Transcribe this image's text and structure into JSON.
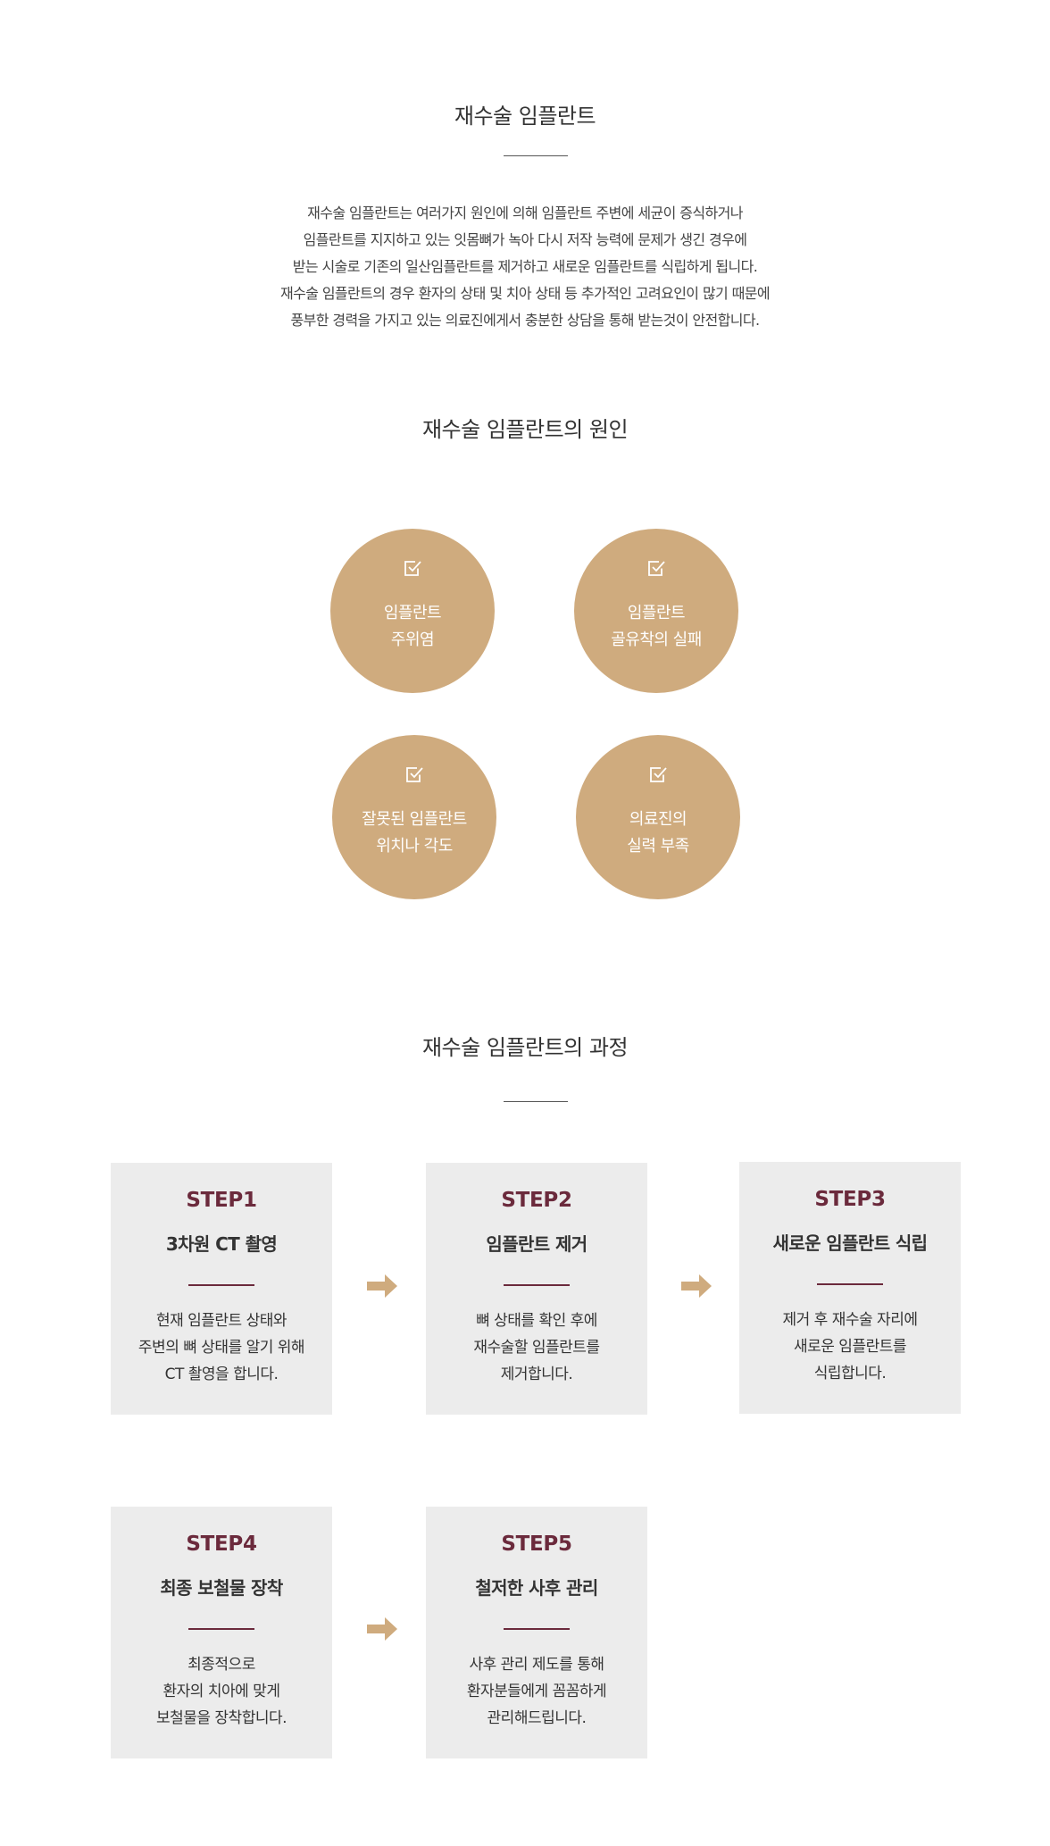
{
  "intro": {
    "title": "재수술 임플란트",
    "lines": [
      "재수술 임플란트는 여러가지 원인에 의해 임플란트 주변에 세균이 증식하거나",
      "임플란트를 지지하고 있는 잇몸뼈가 녹아 다시 저작 능력에 문제가 생긴 경우에",
      "받는 시술로 기존의 일산임플란트를 제거하고 새로운 임플란트를 식립하게 됩니다.",
      "재수술 임플란트의 경우 환자의 상태 및 치아 상태 등 추가적인 고려요인이 많기 때문에",
      "풍부한 경력을 가지고 있는 의료진에게서 충분한 상담을 통해 받는것이 안전합니다."
    ]
  },
  "causes": {
    "title": "재수술 임플란트의 원인",
    "icon": "check-square-icon",
    "color": "#cfab7e",
    "items": [
      {
        "line1": "임플란트",
        "line2": "주위염"
      },
      {
        "line1": "임플란트",
        "line2": "골유착의 실패"
      },
      {
        "line1": "잘못된 임플란트",
        "line2": "위치나 각도"
      },
      {
        "line1": "의료진의",
        "line2": "실력 부족"
      }
    ]
  },
  "process": {
    "title": "재수술 임플란트의 과정",
    "accent_color": "#6b2a3c",
    "arrow_color": "#cfab7e",
    "steps": [
      {
        "step": "STEP1",
        "title": "3차원 CT 촬영",
        "desc": [
          "현재 임플란트 상태와",
          "주변의 뼈 상태를 알기 위해",
          "CT 촬영을 합니다."
        ]
      },
      {
        "step": "STEP2",
        "title": "임플란트 제거",
        "desc": [
          "뼈 상태를 확인 후에",
          "재수술할 임플란트를",
          "제거합니다."
        ]
      },
      {
        "step": "STEP3",
        "title": "새로운 임플란트 식립",
        "desc": [
          "제거 후 재수술 자리에",
          "새로운 임플란트를",
          "식립합니다."
        ]
      },
      {
        "step": "STEP4",
        "title": "최종 보철물 장착",
        "desc": [
          "최종적으로",
          "환자의 치아에 맞게",
          "보철물을 장착합니다."
        ]
      },
      {
        "step": "STEP5",
        "title": "철저한 사후 관리",
        "desc": [
          "사후 관리 제도를 통해",
          "환자분들에게 꼼꼼하게",
          "관리해드립니다."
        ]
      }
    ]
  }
}
